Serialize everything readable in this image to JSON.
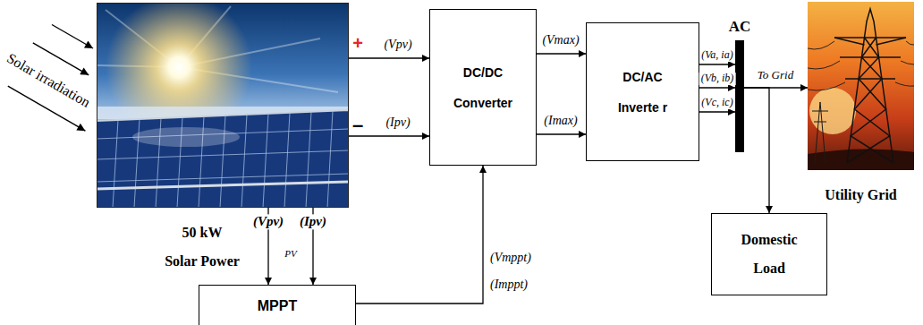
{
  "diagram": {
    "nodes": [
      {
        "text": [
          "50 kW Solar Power"
        ]
      },
      {
        "text": [
          "DC/DC Converter"
        ]
      },
      {
        "text": [
          "DC/AC Inverte r"
        ]
      },
      {
        "text": [
          "AC"
        ]
      },
      {
        "text": [
          "Utility Grid"
        ]
      },
      {
        "text": [
          "MPPT"
        ]
      },
      {
        "text": [
          "Domestic Load"
        ]
      }
    ],
    "edges": [
      {
        "from": 0,
        "to": 1,
        "label": "(Vpv)",
        "arrow": "to"
      },
      {
        "from": 0,
        "to": 1,
        "label": "(Ipv)",
        "arrow": "to"
      },
      {
        "from": 1,
        "to": 2,
        "label": "(Vmax)",
        "arrow": "to"
      },
      {
        "from": 1,
        "to": 2,
        "label": "(Imax)",
        "arrow": "to"
      },
      {
        "from": 2,
        "to": 3,
        "label": "(Va, ia)",
        "arrow": "to"
      },
      {
        "from": 2,
        "to": 3,
        "label": "(Vb, ib)",
        "arrow": "to"
      },
      {
        "from": 2,
        "to": 3,
        "label": "(Vc, ic)",
        "arrow": "to"
      },
      {
        "from": 3,
        "to": 4,
        "label": "To Grid",
        "arrow": "to"
      },
      {
        "from": 3,
        "to": 6,
        "arrow": "to"
      },
      {
        "from": 0,
        "to": 5,
        "label": "(Vpv)",
        "arrow": "to"
      },
      {
        "from": 0,
        "to": 5,
        "label": "(Ipv)",
        "arrow": "to"
      },
      {
        "from": 5,
        "to": 1,
        "arrow": "to"
      }
    ],
    "labels": [
      "Solar irradiation",
      "+",
      "–",
      "PV",
      "(Vmppt)",
      "(Imppt)"
    ]
  }
}
